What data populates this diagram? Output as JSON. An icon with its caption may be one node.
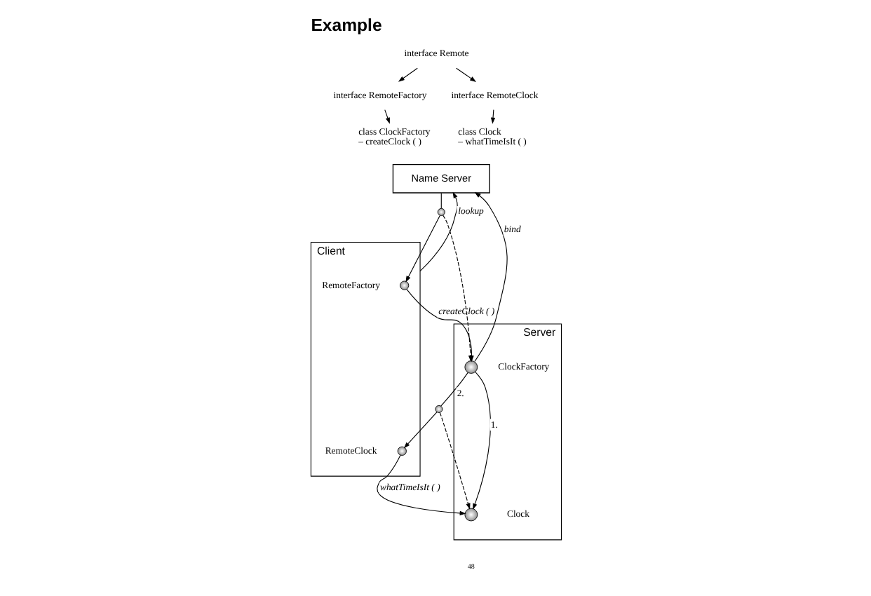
{
  "diagram": {
    "title": "Example",
    "nodes": [
      {
        "text": [
          "interface Remote"
        ]
      },
      {
        "text": [
          "interface RemoteFactory"
        ]
      },
      {
        "text": [
          "interface RemoteClock"
        ]
      },
      {
        "text": [
          "class ClockFactory",
          "– createClock ( )"
        ]
      },
      {
        "text": [
          "class Clock",
          "– whatTimeIsIt ( )"
        ]
      },
      {
        "text": [
          "Name Server"
        ]
      },
      {
        "text": [
          "Client"
        ]
      },
      {
        "text": [],
        "shape": "circle",
        "beside": [
          "RemoteFactory"
        ],
        "in": 6
      },
      {
        "text": [],
        "shape": "circle",
        "beside": [
          "RemoteClock"
        ],
        "in": 6
      },
      {
        "text": [],
        "shape": "circle"
      },
      {
        "text": [
          "Server"
        ]
      },
      {
        "text": [],
        "shape": "circle",
        "beside": [
          "ClockFactory"
        ],
        "in": 10
      },
      {
        "text": [],
        "shape": "circle",
        "beside": [
          "Clock"
        ],
        "in": 10
      },
      {
        "text": [],
        "shape": "circle"
      }
    ],
    "edges": [
      {
        "from": 0,
        "to": 1,
        "arrow": "to"
      },
      {
        "from": 0,
        "to": 2,
        "arrow": "to"
      },
      {
        "from": 1,
        "to": 3,
        "arrow": "to"
      },
      {
        "from": 2,
        "to": 4,
        "arrow": "to"
      },
      {
        "from": 6,
        "to": 5,
        "arrow": "to",
        "label": "lookup"
      },
      {
        "from": 5,
        "to": 9,
        "arrow": "none"
      },
      {
        "from": 9,
        "to": 7,
        "arrow": "to"
      },
      {
        "from": 9,
        "to": 11,
        "arrow": "to",
        "style": "dashed"
      },
      {
        "from": 7,
        "to": 11,
        "arrow": "to",
        "label": "createClock ( )"
      },
      {
        "from": 11,
        "to": 5,
        "arrow": "to",
        "label": "bind"
      },
      {
        "from": 11,
        "to": 12,
        "arrow": "to",
        "label": "1."
      },
      {
        "from": 11,
        "to": 13,
        "arrow": "none",
        "label": "2."
      },
      {
        "from": 13,
        "to": 8,
        "arrow": "to"
      },
      {
        "from": 13,
        "to": 12,
        "arrow": "to",
        "style": "dashed"
      },
      {
        "from": 8,
        "to": 12,
        "arrow": "to",
        "label": "whatTimeIsIt ( )"
      }
    ],
    "labels": [
      "48"
    ]
  }
}
